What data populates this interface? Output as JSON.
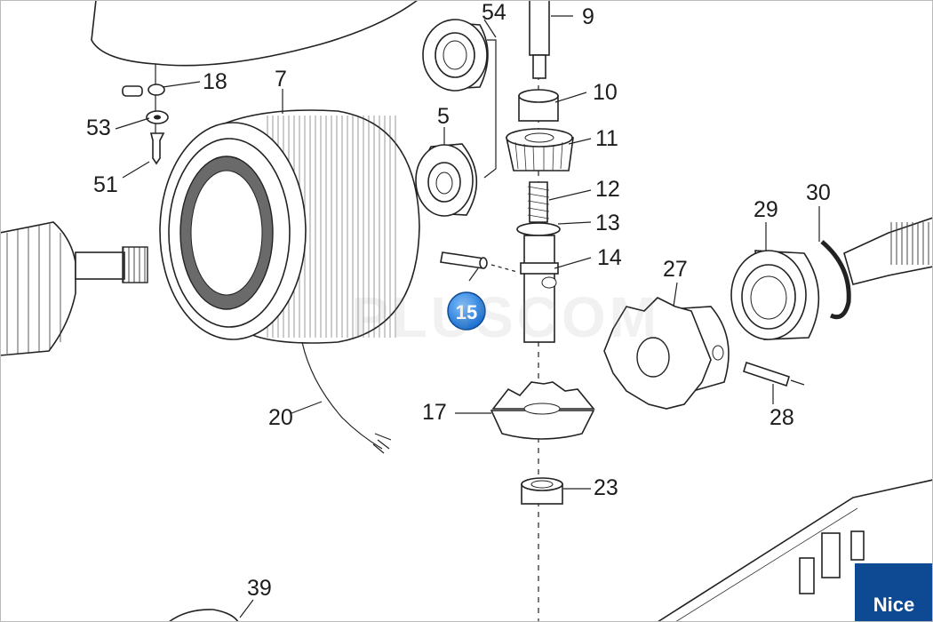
{
  "labels": {
    "l54": "54",
    "l9": "9",
    "l18": "18",
    "l7": "7",
    "l10": "10",
    "l53": "53",
    "l5": "5",
    "l11": "11",
    "l51": "51",
    "l12": "12",
    "l30": "30",
    "l29": "29",
    "l13": "13",
    "l14": "14",
    "l27": "27",
    "l15": "15",
    "l20": "20",
    "l17": "17",
    "l28": "28",
    "l23": "23",
    "l39": "39"
  },
  "brand": "Nice",
  "watermark": "PLUSCOM",
  "colors": {
    "hotspot": "#1a6fd0",
    "brand": "#0d4a93",
    "line": "#222222"
  }
}
